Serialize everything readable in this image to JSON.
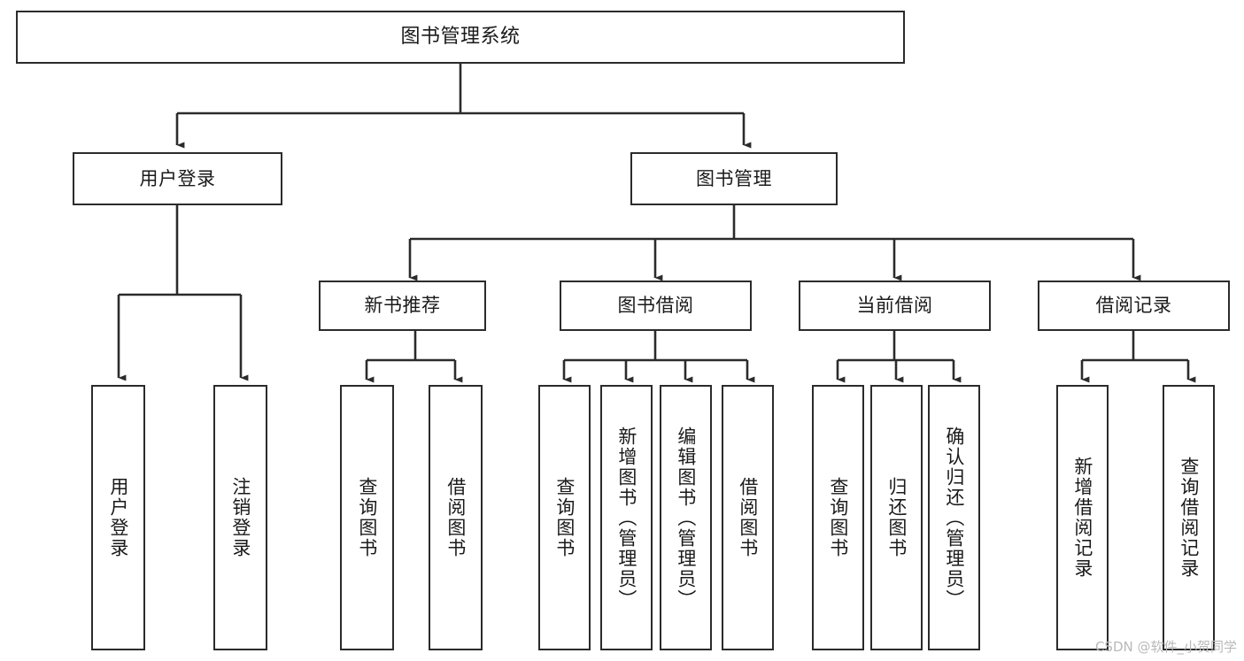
{
  "diagram": {
    "title": "图书管理系统",
    "watermark": "CSDN @软件_小贺同学",
    "line_color": "#2b2b2b",
    "box_fill": "#ffffff",
    "text_color": "#1a1a1a",
    "watermark_color": "#b9b9b9",
    "levels": {
      "root": "图书管理系统",
      "level2": [
        "用户登录",
        "图书管理"
      ],
      "level3": [
        "新书推荐",
        "图书借阅",
        "当前借阅",
        "借阅记录"
      ]
    },
    "nodes": {
      "root": {
        "label": "图书管理系统"
      },
      "user_login": {
        "label": "用户登录"
      },
      "book_manage": {
        "label": "图书管理"
      },
      "new_book_rec": {
        "label": "新书推荐"
      },
      "book_borrow": {
        "label": "图书借阅"
      },
      "current_borrow": {
        "label": "当前借阅"
      },
      "borrow_record": {
        "label": "借阅记录"
      },
      "leaf_user_login": {
        "label": "用户登录"
      },
      "leaf_logout": {
        "label": "注销登录"
      },
      "leaf_query_book_1": {
        "label": "查询图书"
      },
      "leaf_borrow_book_1": {
        "label": "借阅图书"
      },
      "leaf_query_book_2": {
        "label": "查询图书"
      },
      "leaf_add_book": {
        "label": "新增图书（管理员）"
      },
      "leaf_edit_book": {
        "label": "编辑图书（管理员）"
      },
      "leaf_borrow_book_2": {
        "label": "借阅图书"
      },
      "leaf_query_book_3": {
        "label": "查询图书"
      },
      "leaf_return_book": {
        "label": "归还图书"
      },
      "leaf_confirm_return": {
        "label": "确认归还（管理员）"
      },
      "leaf_add_record": {
        "label": "新增借阅记录"
      },
      "leaf_query_record": {
        "label": "查询借阅记录"
      }
    }
  }
}
